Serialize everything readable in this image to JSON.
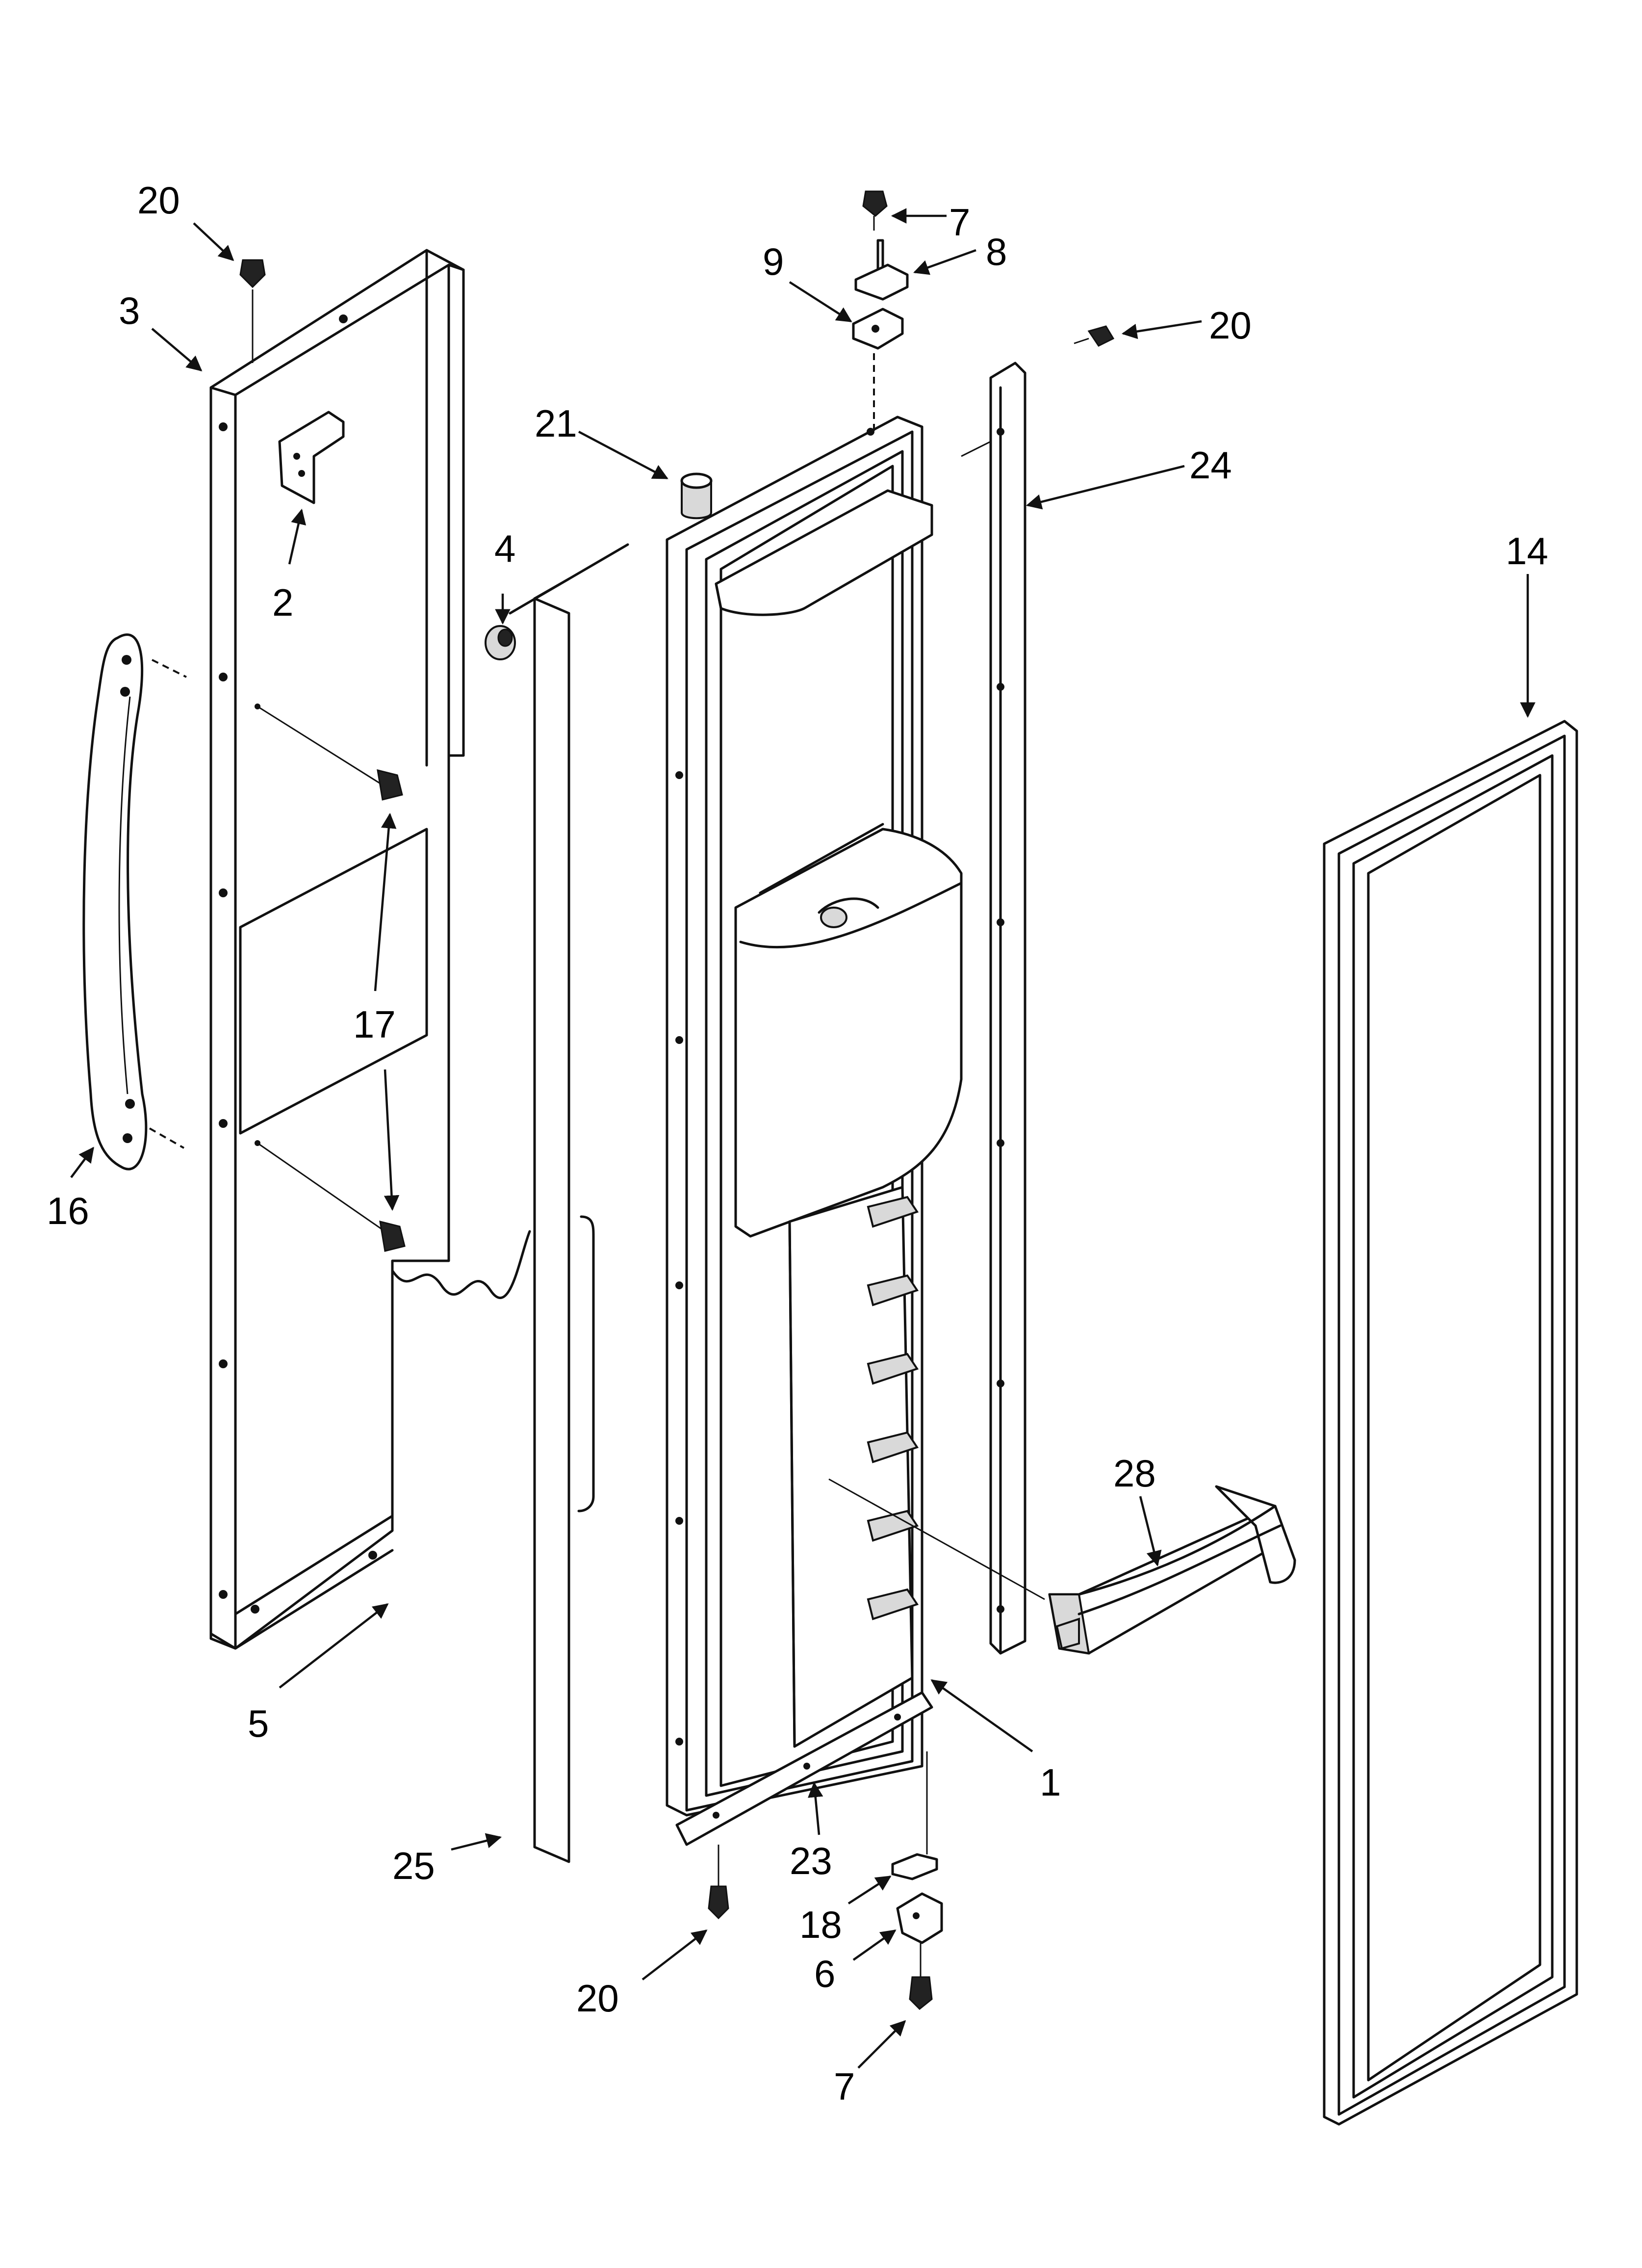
{
  "callouts": {
    "c20a": "20",
    "c3": "3",
    "c2": "2",
    "c16": "16",
    "c17": "17",
    "c5": "5",
    "c25": "25",
    "c4": "4",
    "c21": "21",
    "c7a": "7",
    "c8": "8",
    "c9": "9",
    "c20b": "20",
    "c24": "24",
    "c14": "14",
    "c28": "28",
    "c1": "1",
    "c23": "23",
    "c18": "18",
    "c6": "6",
    "c20c": "20",
    "c7b": "7"
  }
}
